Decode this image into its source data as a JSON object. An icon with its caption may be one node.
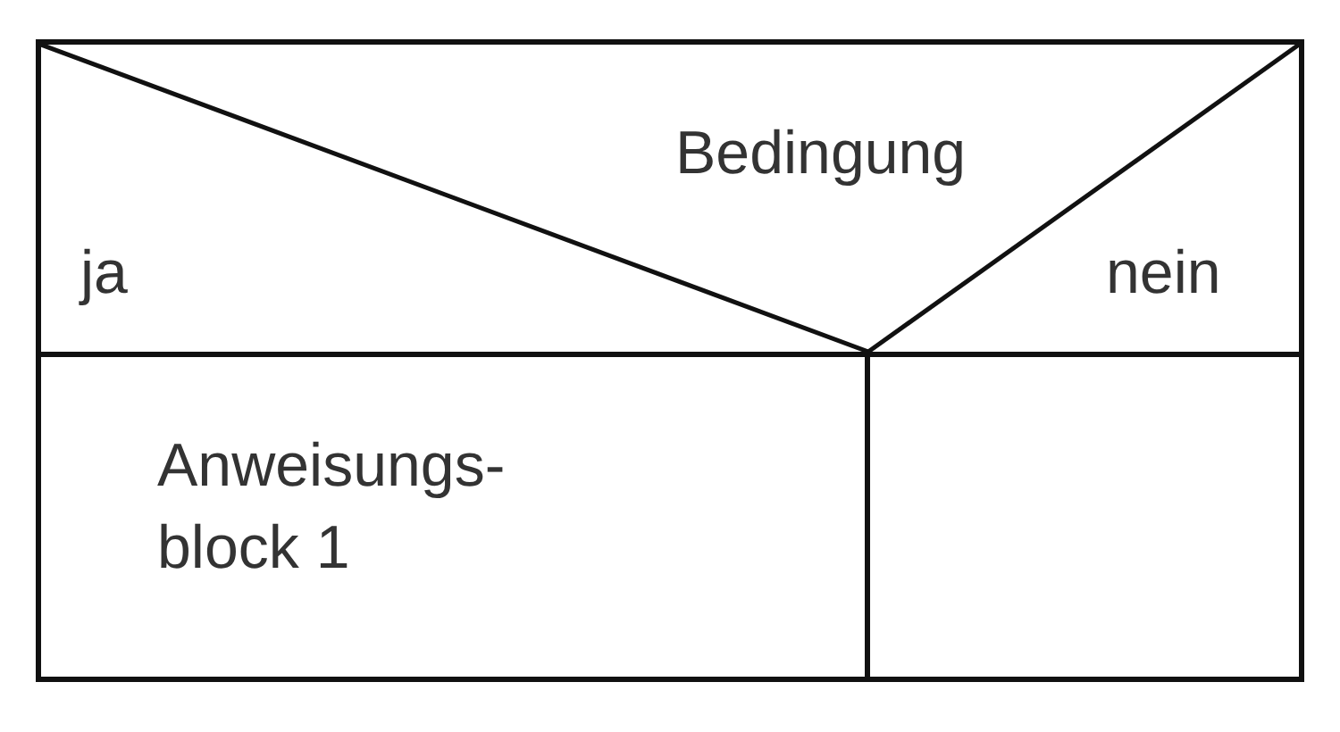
{
  "diagram": {
    "nodes": [
      {
        "text": [
          "Bedingung",
          "ja",
          "nein"
        ]
      },
      {
        "text": [
          "Anweisungs- block 1"
        ]
      },
      {
        "text": [],
        "shape": "box"
      }
    ]
  }
}
